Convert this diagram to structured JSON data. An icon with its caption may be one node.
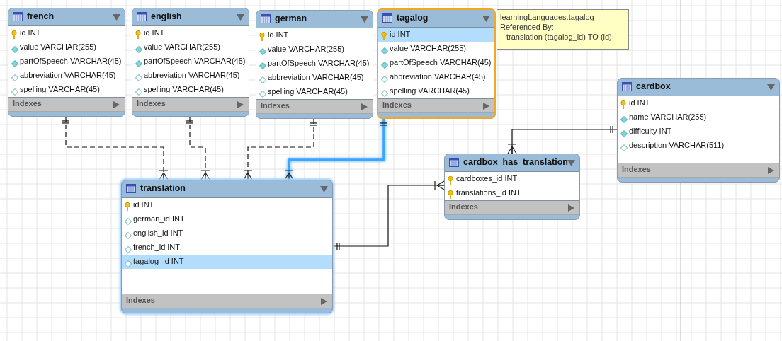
{
  "diagram": {
    "nodes": [
      {
        "text": [
          "french",
          "id INT",
          "value VARCHAR(255)",
          "partOfSpeech VARCHAR(45)",
          "abbreviation VARCHAR(45)",
          "spelling VARCHAR(45)",
          "Indexes"
        ]
      },
      {
        "text": [
          "english",
          "id INT",
          "value VARCHAR(255)",
          "partOfSpeech VARCHAR(45)",
          "abbreviation VARCHAR(45)",
          "spelling VARCHAR(45)",
          "Indexes"
        ]
      },
      {
        "text": [
          "german",
          "id INT",
          "value VARCHAR(255)",
          "partOfSpeech VARCHAR(45)",
          "abbreviation VARCHAR(45)",
          "spelling VARCHAR(45)",
          "Indexes"
        ]
      },
      {
        "text": [
          "tagalog",
          "id INT",
          "value VARCHAR(255)",
          "partOfSpeech VARCHAR(45)",
          "abbreviation VARCHAR(45)",
          "spelling VARCHAR(45)",
          "Indexes"
        ]
      },
      {
        "text": [
          "learningLanguages.tagalog",
          "Referenced By:",
          "translation (tagalog_id) TO (id)"
        ]
      },
      {
        "text": [
          "cardbox",
          "id INT",
          "name VARCHAR(255)",
          "difficulty INT",
          "description VARCHAR(511)",
          "Indexes"
        ]
      },
      {
        "text": [
          "translation",
          "id INT",
          "german_id INT",
          "english_id INT",
          "french_id INT",
          "tagalog_id INT",
          "Indexes"
        ]
      },
      {
        "text": [
          "cardbox_has_translation",
          "cardboxes_id INT",
          "translations_id INT",
          "Indexes"
        ]
      }
    ],
    "edges": [
      {
        "from": 0,
        "to": 6,
        "arrow": "other",
        "style": "dashed"
      },
      {
        "from": 1,
        "to": 6,
        "arrow": "other",
        "style": "dashed"
      },
      {
        "from": 2,
        "to": 6,
        "arrow": "other",
        "style": "dashed"
      },
      {
        "from": 3,
        "to": 6,
        "arrow": "other",
        "style": "thick",
        "color": "#3fa4ff"
      },
      {
        "from": 6,
        "to": 7,
        "arrow": "other"
      },
      {
        "from": 5,
        "to": 7,
        "arrow": "other"
      }
    ]
  }
}
